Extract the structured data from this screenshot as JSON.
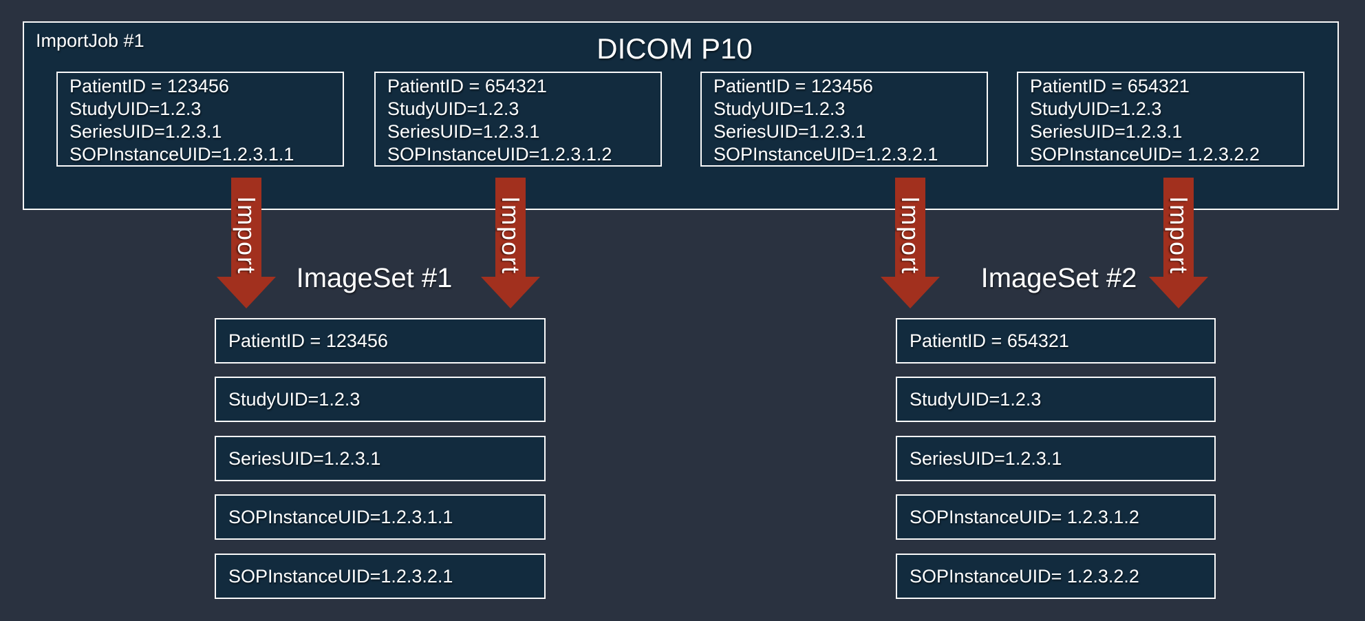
{
  "import_job": {
    "label": "ImportJob #1",
    "title": "DICOM P10",
    "dicom_files": [
      {
        "lines": [
          "PatientID = 123456",
          "StudyUID=1.2.3",
          "SeriesUID=1.2.3.1",
          "SOPInstanceUID=1.2.3.1.1"
        ]
      },
      {
        "lines": [
          "PatientID = 654321",
          "StudyUID=1.2.3",
          "SeriesUID=1.2.3.1",
          "SOPInstanceUID=1.2.3.1.2"
        ]
      },
      {
        "lines": [
          "PatientID = 123456",
          "StudyUID=1.2.3",
          "SeriesUID=1.2.3.1",
          "SOPInstanceUID=1.2.3.2.1"
        ]
      },
      {
        "lines": [
          "PatientID = 654321",
          "StudyUID=1.2.3",
          "SeriesUID=1.2.3.1",
          "SOPInstanceUID= 1.2.3.2.2"
        ]
      }
    ]
  },
  "arrows": {
    "label": "Import",
    "count": 4
  },
  "image_sets": [
    {
      "title": "ImageSet #1",
      "rows": [
        "PatientID = 123456",
        "StudyUID=1.2.3",
        "SeriesUID=1.2.3.1",
        "SOPInstanceUID=1.2.3.1.1",
        "SOPInstanceUID=1.2.3.2.1"
      ]
    },
    {
      "title": "ImageSet #2",
      "rows": [
        "PatientID = 654321",
        "StudyUID=1.2.3",
        "SeriesUID=1.2.3.1",
        "SOPInstanceUID= 1.2.3.1.2",
        "SOPInstanceUID= 1.2.3.2.2"
      ]
    }
  ],
  "colors": {
    "background": "#2A3240",
    "panel_navy": "#122B3E",
    "border_white": "#FAFAFA",
    "arrow_red": "#A2301E",
    "text": "#FFFFFF"
  }
}
